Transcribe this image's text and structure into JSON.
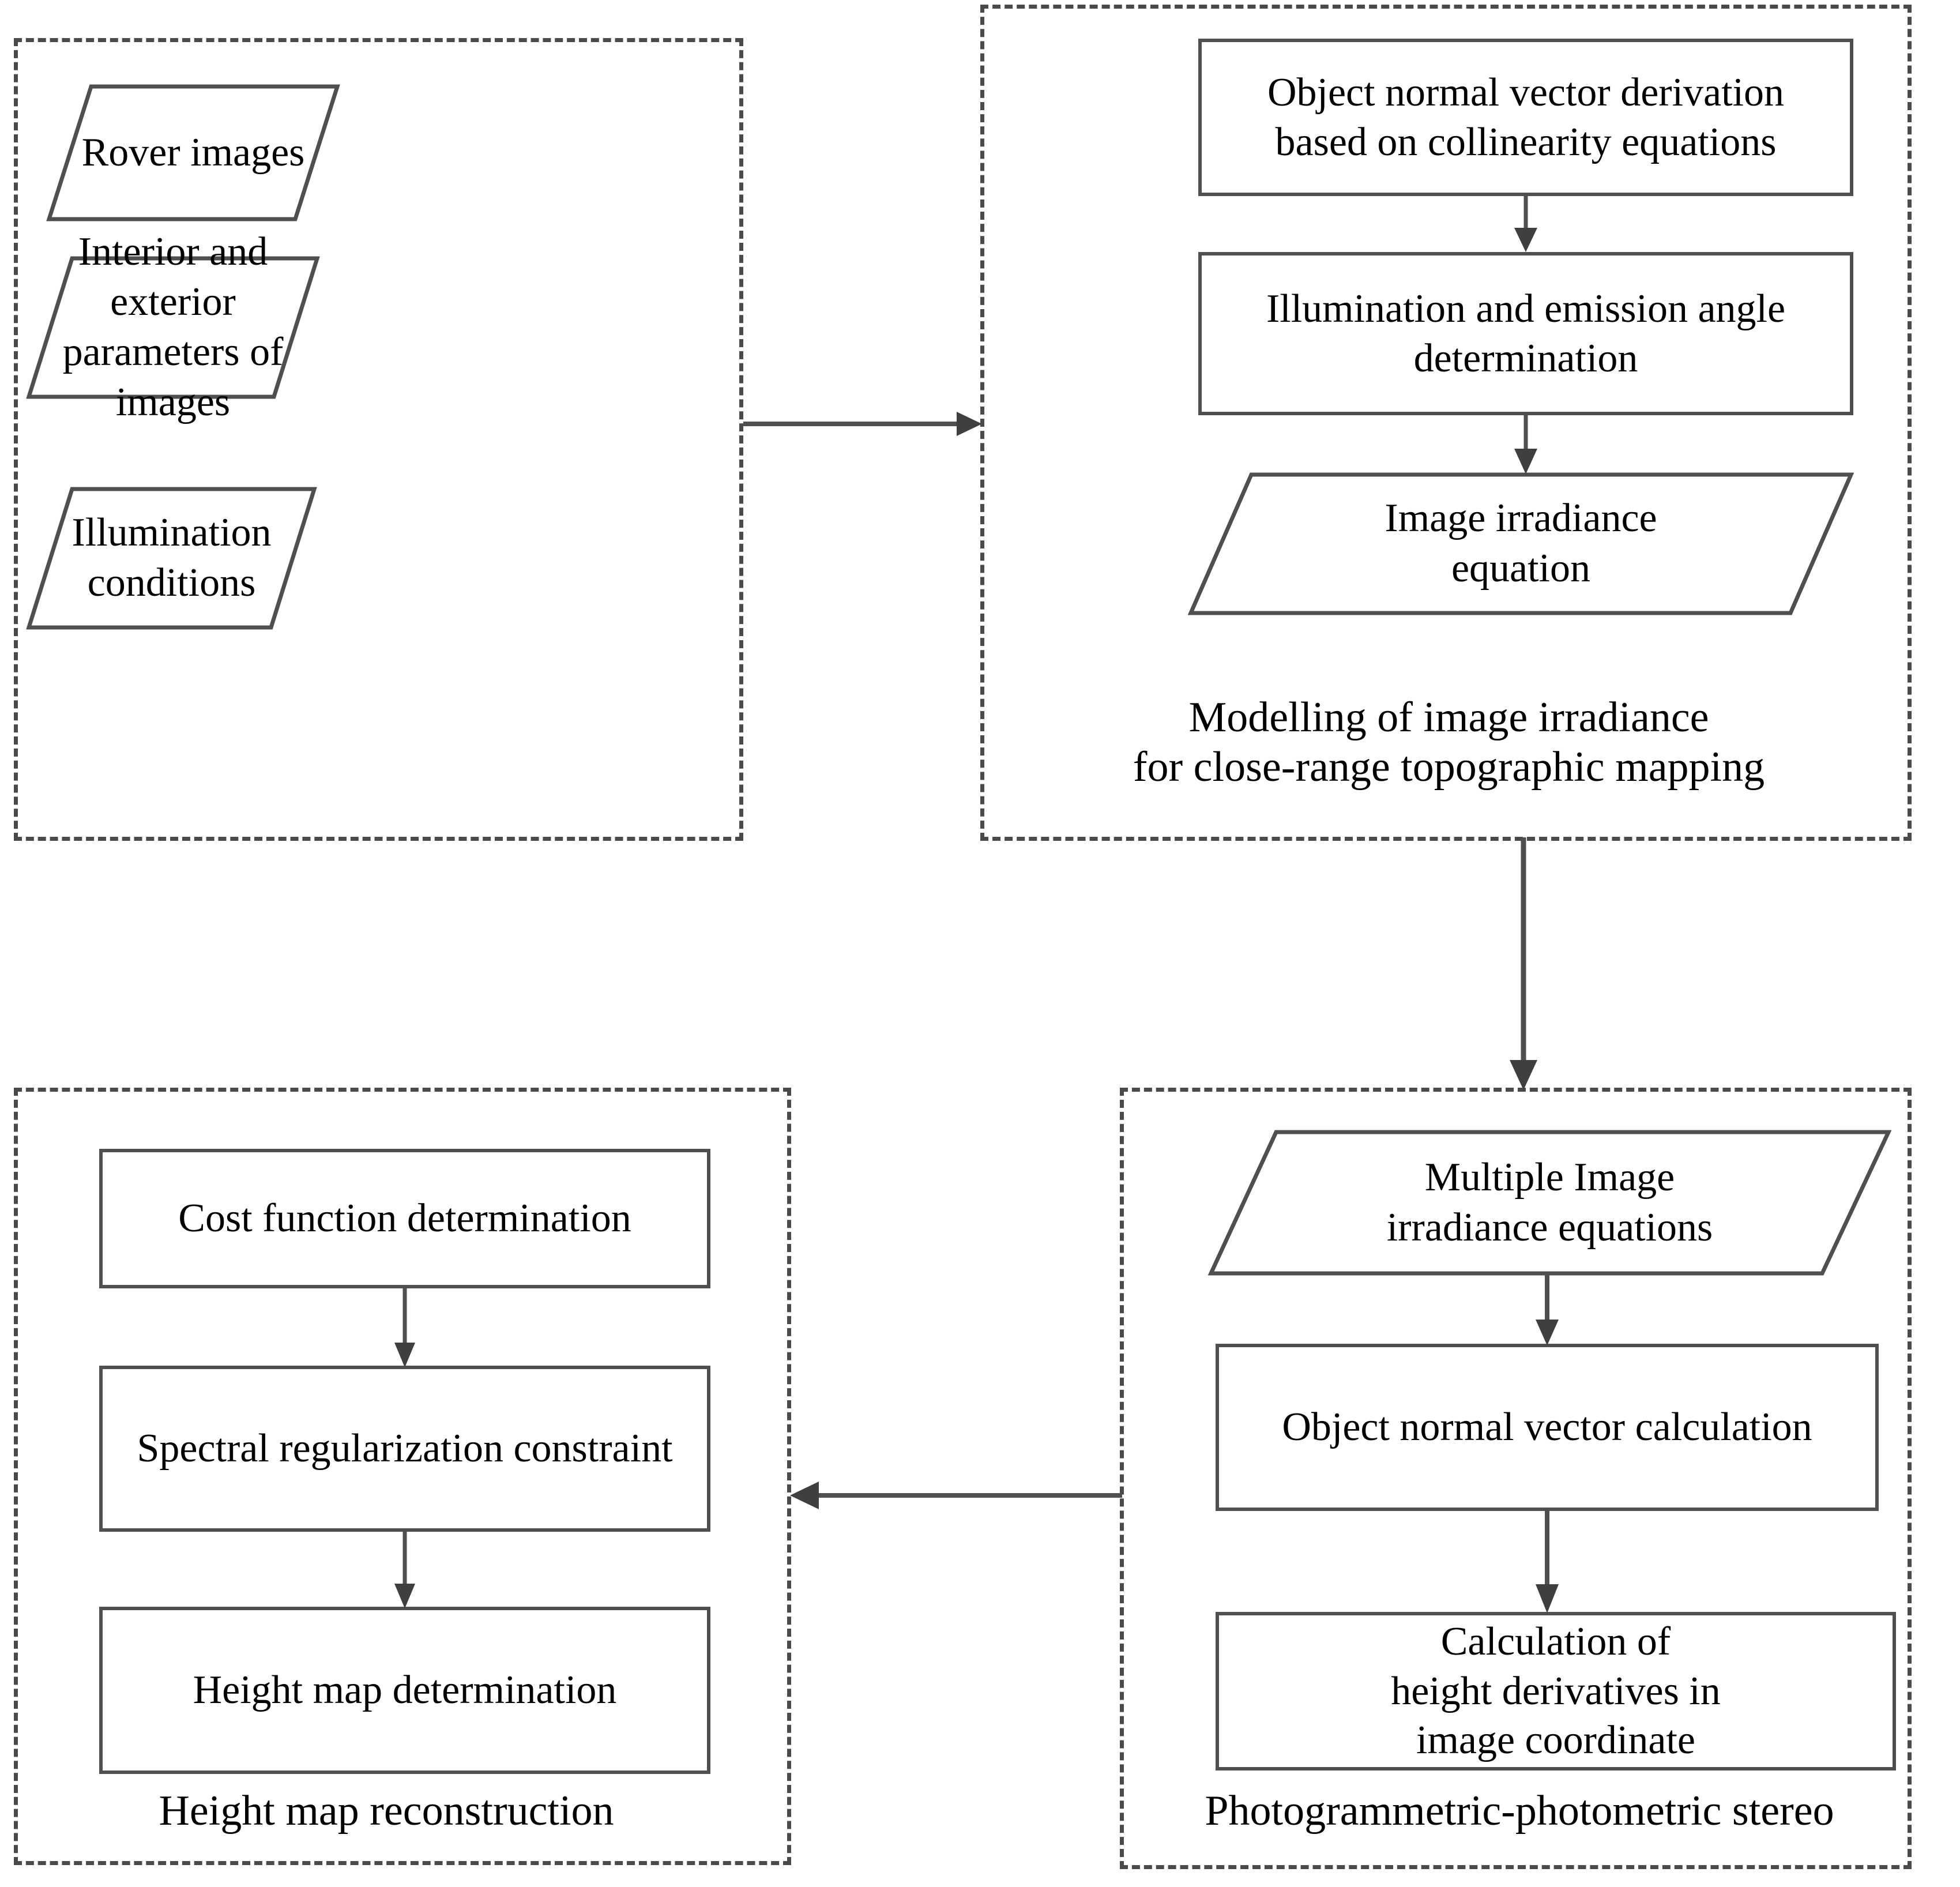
{
  "diagram": {
    "title": "Photogrammetric-photometric stereo workflow",
    "line_color": "#4f4f4f",
    "dash_color": "#4a4a4a",
    "text_color": "#000000",
    "background": "#ffffff"
  },
  "groups": [
    {
      "id": "inputs",
      "caption": "",
      "nodes": [
        {
          "id": "rover-images",
          "shape": "parallelogram",
          "label": "Rover images"
        },
        {
          "id": "interior-exterior-parameters",
          "shape": "parallelogram",
          "label": "Interior and exterior\nparameters of images"
        },
        {
          "id": "illumination-conditions",
          "shape": "parallelogram",
          "label": "Illumination\nconditions"
        }
      ]
    },
    {
      "id": "image-irradiance-modelling",
      "caption": "Modelling of image irradiance\nfor close-range topographic mapping",
      "nodes": [
        {
          "id": "object-normal-vector-derivation",
          "shape": "rectangle",
          "label": "Object normal vector  derivation\nbased on collinearity equations"
        },
        {
          "id": "illumination-emission-angle",
          "shape": "rectangle",
          "label": "Illumination and emission angle\ndetermination"
        },
        {
          "id": "image-irradiance-equation",
          "shape": "parallelogram",
          "label": "Image irradiance\nequation"
        }
      ]
    },
    {
      "id": "photogrammetric-photometric-stereo",
      "caption": "Photogrammetric-photometric stereo",
      "nodes": [
        {
          "id": "multiple-image-irradiance-equations",
          "shape": "parallelogram",
          "label": "Multiple Image\nirradiance equations"
        },
        {
          "id": "object-normal-vector-calculation",
          "shape": "rectangle",
          "label": "Object normal vector  calculation"
        },
        {
          "id": "height-derivatives-calculation",
          "shape": "rectangle",
          "label": "Calculation of\nheight derivatives in\nimage coordinate"
        }
      ]
    },
    {
      "id": "height-map-reconstruction",
      "caption": "Height map reconstruction",
      "nodes": [
        {
          "id": "cost-function-determination",
          "shape": "rectangle",
          "label": "Cost function determination"
        },
        {
          "id": "spectral-regularization-constraint",
          "shape": "rectangle",
          "label": "Spectral regularization constraint"
        },
        {
          "id": "height-map-determination",
          "shape": "rectangle",
          "label": "Height map determination"
        }
      ]
    }
  ],
  "connectors": [
    {
      "id": "inputs-to-modelling",
      "direction": "right"
    },
    {
      "id": "derivation-to-angle",
      "direction": "down"
    },
    {
      "id": "angle-to-irradiance",
      "direction": "down"
    },
    {
      "id": "modelling-to-stereo",
      "direction": "down"
    },
    {
      "id": "multiple-to-normal-calc",
      "direction": "down"
    },
    {
      "id": "normal-calc-to-derivatives",
      "direction": "down"
    },
    {
      "id": "stereo-to-reconstruction",
      "direction": "left"
    },
    {
      "id": "cost-to-spectral",
      "direction": "down"
    },
    {
      "id": "spectral-to-heightmap",
      "direction": "down"
    }
  ]
}
